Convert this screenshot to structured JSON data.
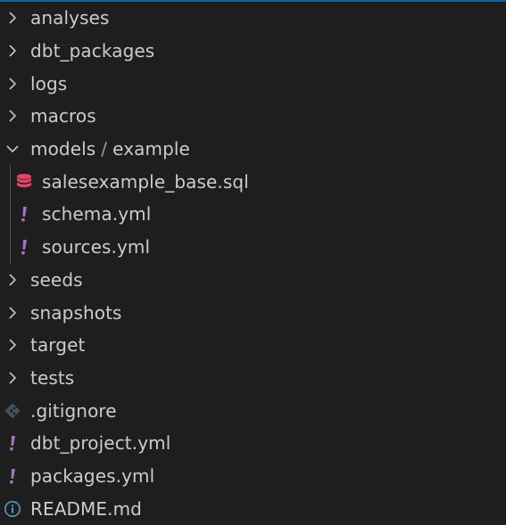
{
  "explorer": {
    "items": [
      {
        "label": "analyses",
        "kind": "folder-collapsed",
        "icon": "chevron-right-icon"
      },
      {
        "label": "dbt_packages",
        "kind": "folder-collapsed",
        "icon": "chevron-right-icon"
      },
      {
        "label": "logs",
        "kind": "folder-collapsed",
        "icon": "chevron-right-icon"
      },
      {
        "label": "macros",
        "kind": "folder-collapsed",
        "icon": "chevron-right-icon"
      },
      {
        "label": "models",
        "label2": "example",
        "separator": "/",
        "kind": "folder-expanded",
        "icon": "chevron-down-icon"
      },
      {
        "label": "salesexample_base.sql",
        "kind": "file",
        "icon": "database-icon"
      },
      {
        "label": "schema.yml",
        "kind": "file",
        "icon": "yaml-icon"
      },
      {
        "label": "sources.yml",
        "kind": "file",
        "icon": "yaml-icon"
      },
      {
        "label": "seeds",
        "kind": "folder-collapsed",
        "icon": "chevron-right-icon"
      },
      {
        "label": "snapshots",
        "kind": "folder-collapsed",
        "icon": "chevron-right-icon"
      },
      {
        "label": "target",
        "kind": "folder-collapsed",
        "icon": "chevron-right-icon"
      },
      {
        "label": "tests",
        "kind": "folder-collapsed",
        "icon": "chevron-right-icon"
      },
      {
        "label": ".gitignore",
        "kind": "file",
        "icon": "git-icon"
      },
      {
        "label": "dbt_project.yml",
        "kind": "file",
        "icon": "yaml-icon"
      },
      {
        "label": "packages.yml",
        "kind": "file",
        "icon": "yaml-icon"
      },
      {
        "label": "README.md",
        "kind": "file",
        "icon": "info-icon"
      }
    ]
  },
  "colors": {
    "background": "#1e1e1e",
    "text": "#cccccc",
    "chevron": "#c5c5c5",
    "database_icon": "#e8436a",
    "yaml_icon": "#a074c4",
    "git_icon": "#41535b",
    "info_icon": "#519aba",
    "top_border": "#0a64a0"
  }
}
